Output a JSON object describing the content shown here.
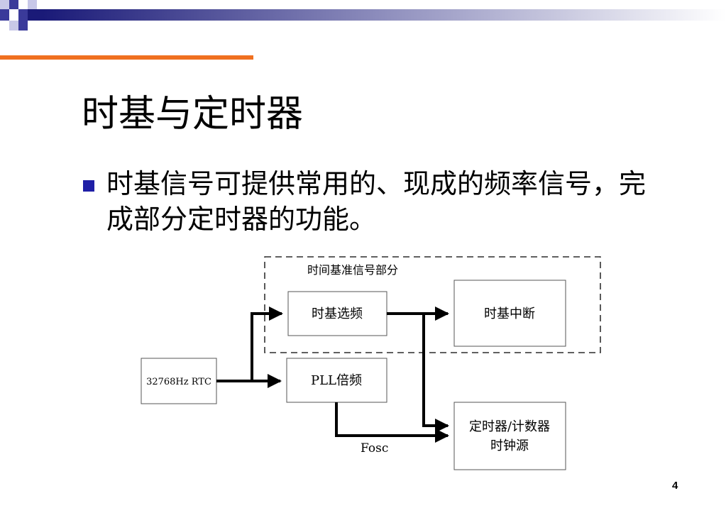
{
  "slide": {
    "title": "时基与定时器",
    "bullet": "时基信号可提供常用的、现成的频率信号，完成部分定时器的功能。",
    "page_number": "4"
  },
  "diagram": {
    "group_label": "时间基准信号部分",
    "nodes": {
      "rtc": "32768Hz RTC",
      "timebase_select": "时基选频",
      "timebase_interrupt": "时基中断",
      "pll": "PLL倍频",
      "timer_clock_line1": "定时器/计数器",
      "timer_clock_line2": "时钟源"
    },
    "edge_labels": {
      "fosc": "Fosc"
    }
  },
  "colors": {
    "accent_orange": "#f07020",
    "bullet_blue": "#1f1fa6"
  }
}
